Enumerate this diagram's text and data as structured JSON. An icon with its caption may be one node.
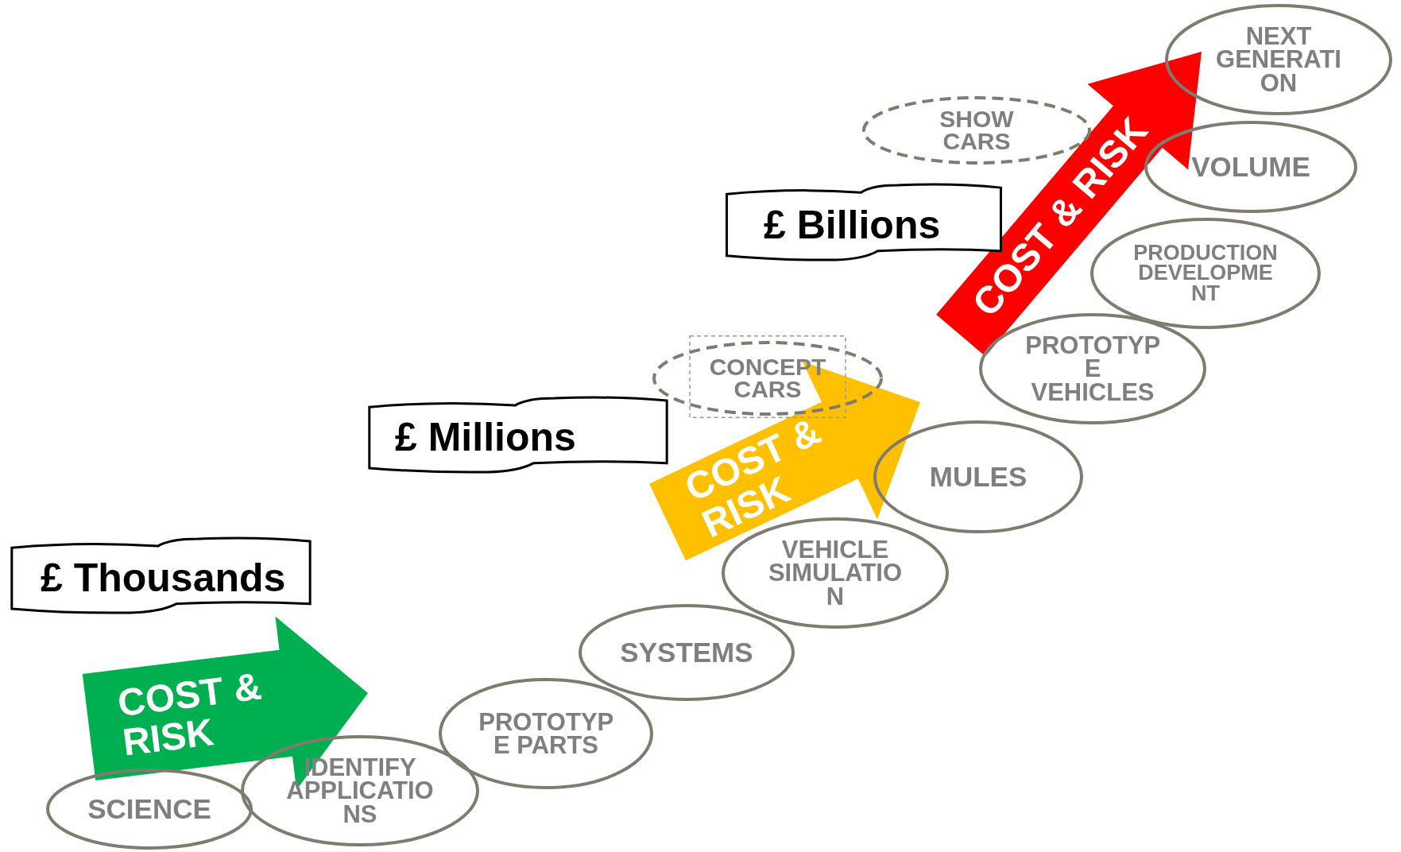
{
  "diagram": {
    "nodes": [
      {
        "text": [
          "SCIENCE"
        ]
      },
      {
        "text": [
          "IDENTIFY APPLICATIO NS"
        ]
      },
      {
        "text": [
          "PROTOTYP E PARTS"
        ]
      },
      {
        "text": [
          "SYSTEMS"
        ]
      },
      {
        "text": [
          "VEHICLE SIMULATIO N"
        ]
      },
      {
        "text": [
          "MULES"
        ]
      },
      {
        "text": [
          "CONCEPT CARS"
        ]
      },
      {
        "text": [
          "PROTOTYP E VEHICLES"
        ]
      },
      {
        "text": [
          "PRODUCTION DEVELOPME NT"
        ]
      },
      {
        "text": [
          "SHOW CARS"
        ]
      },
      {
        "text": [
          "VOLUME"
        ]
      },
      {
        "text": [
          "NEXT GENERATI ON"
        ]
      },
      {
        "text": [
          "£ Thousands"
        ]
      },
      {
        "text": [
          "£ Millions"
        ]
      },
      {
        "text": [
          "£ Billions"
        ]
      },
      {
        "text": [
          "COST & RISK"
        ]
      },
      {
        "text": [
          "COST & RISK"
        ]
      },
      {
        "text": [
          "COST & RISK"
        ]
      }
    ]
  }
}
